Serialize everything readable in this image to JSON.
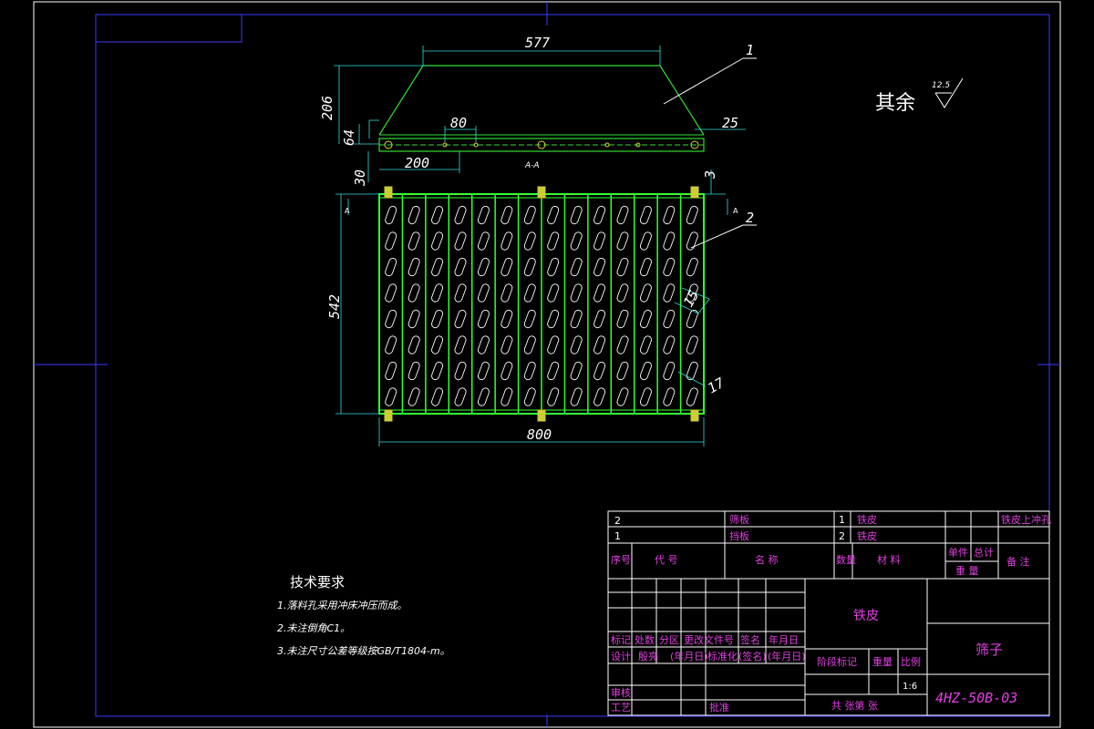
{
  "drawing": {
    "roughness": {
      "label": "其余",
      "value": "12.5"
    },
    "dimensions": {
      "top_width": "577",
      "height_206": "206",
      "height_64": "64",
      "spacing_80": "80",
      "edge_25": "25",
      "offset_200": "200",
      "height_30": "30",
      "gap_3": "3",
      "height_542": "542",
      "width_800": "800",
      "slot_15": "15",
      "slot_17": "17"
    },
    "section_label": "A-A",
    "cut_marker_left": "A",
    "cut_marker_right": "A",
    "balloons": [
      "1",
      "2"
    ]
  },
  "tech_requirements": {
    "title": "技术要求",
    "items": [
      "1.落料孔采用冲床冲压而成。",
      "2.未注倒角C1。",
      "3.未注尺寸公差等级按GB/T1804-m。"
    ]
  },
  "bom": {
    "rows": [
      {
        "seq": "2",
        "code": "",
        "name": "筛板",
        "qty": "1",
        "material": "铁皮",
        "unit": "",
        "total": "",
        "note": "铁皮上冲孔"
      },
      {
        "seq": "1",
        "code": "",
        "name": "挡板",
        "qty": "2",
        "material": "铁皮",
        "unit": "",
        "total": "",
        "note": ""
      }
    ],
    "header": {
      "seq": "序号",
      "code": "代 号",
      "name": "名 称",
      "qty": "数量",
      "material": "材 料",
      "unit": "单件",
      "total": "总计",
      "weight": "重 量",
      "note": "备 注"
    }
  },
  "title_block": {
    "material": "铁皮",
    "part_name": "筛子",
    "drawing_no": "4HZ-50B-03",
    "scale": "1:6",
    "labels": {
      "mark": "标记",
      "count": "处数",
      "zone": "分区",
      "change_doc": "更改文件号",
      "sign": "签名",
      "date": "年月日",
      "design": "设计",
      "dpo": "殷亮",
      "date2": "(年月日)",
      "standard": "标准化",
      "sign2": "(签名)",
      "date3": "(年月日)",
      "stage": "阶段标记",
      "weight": "重量",
      "ratio": "比例",
      "review": "审核",
      "process": "工艺",
      "approve": "批准",
      "sheets": "共 张第 张"
    }
  }
}
